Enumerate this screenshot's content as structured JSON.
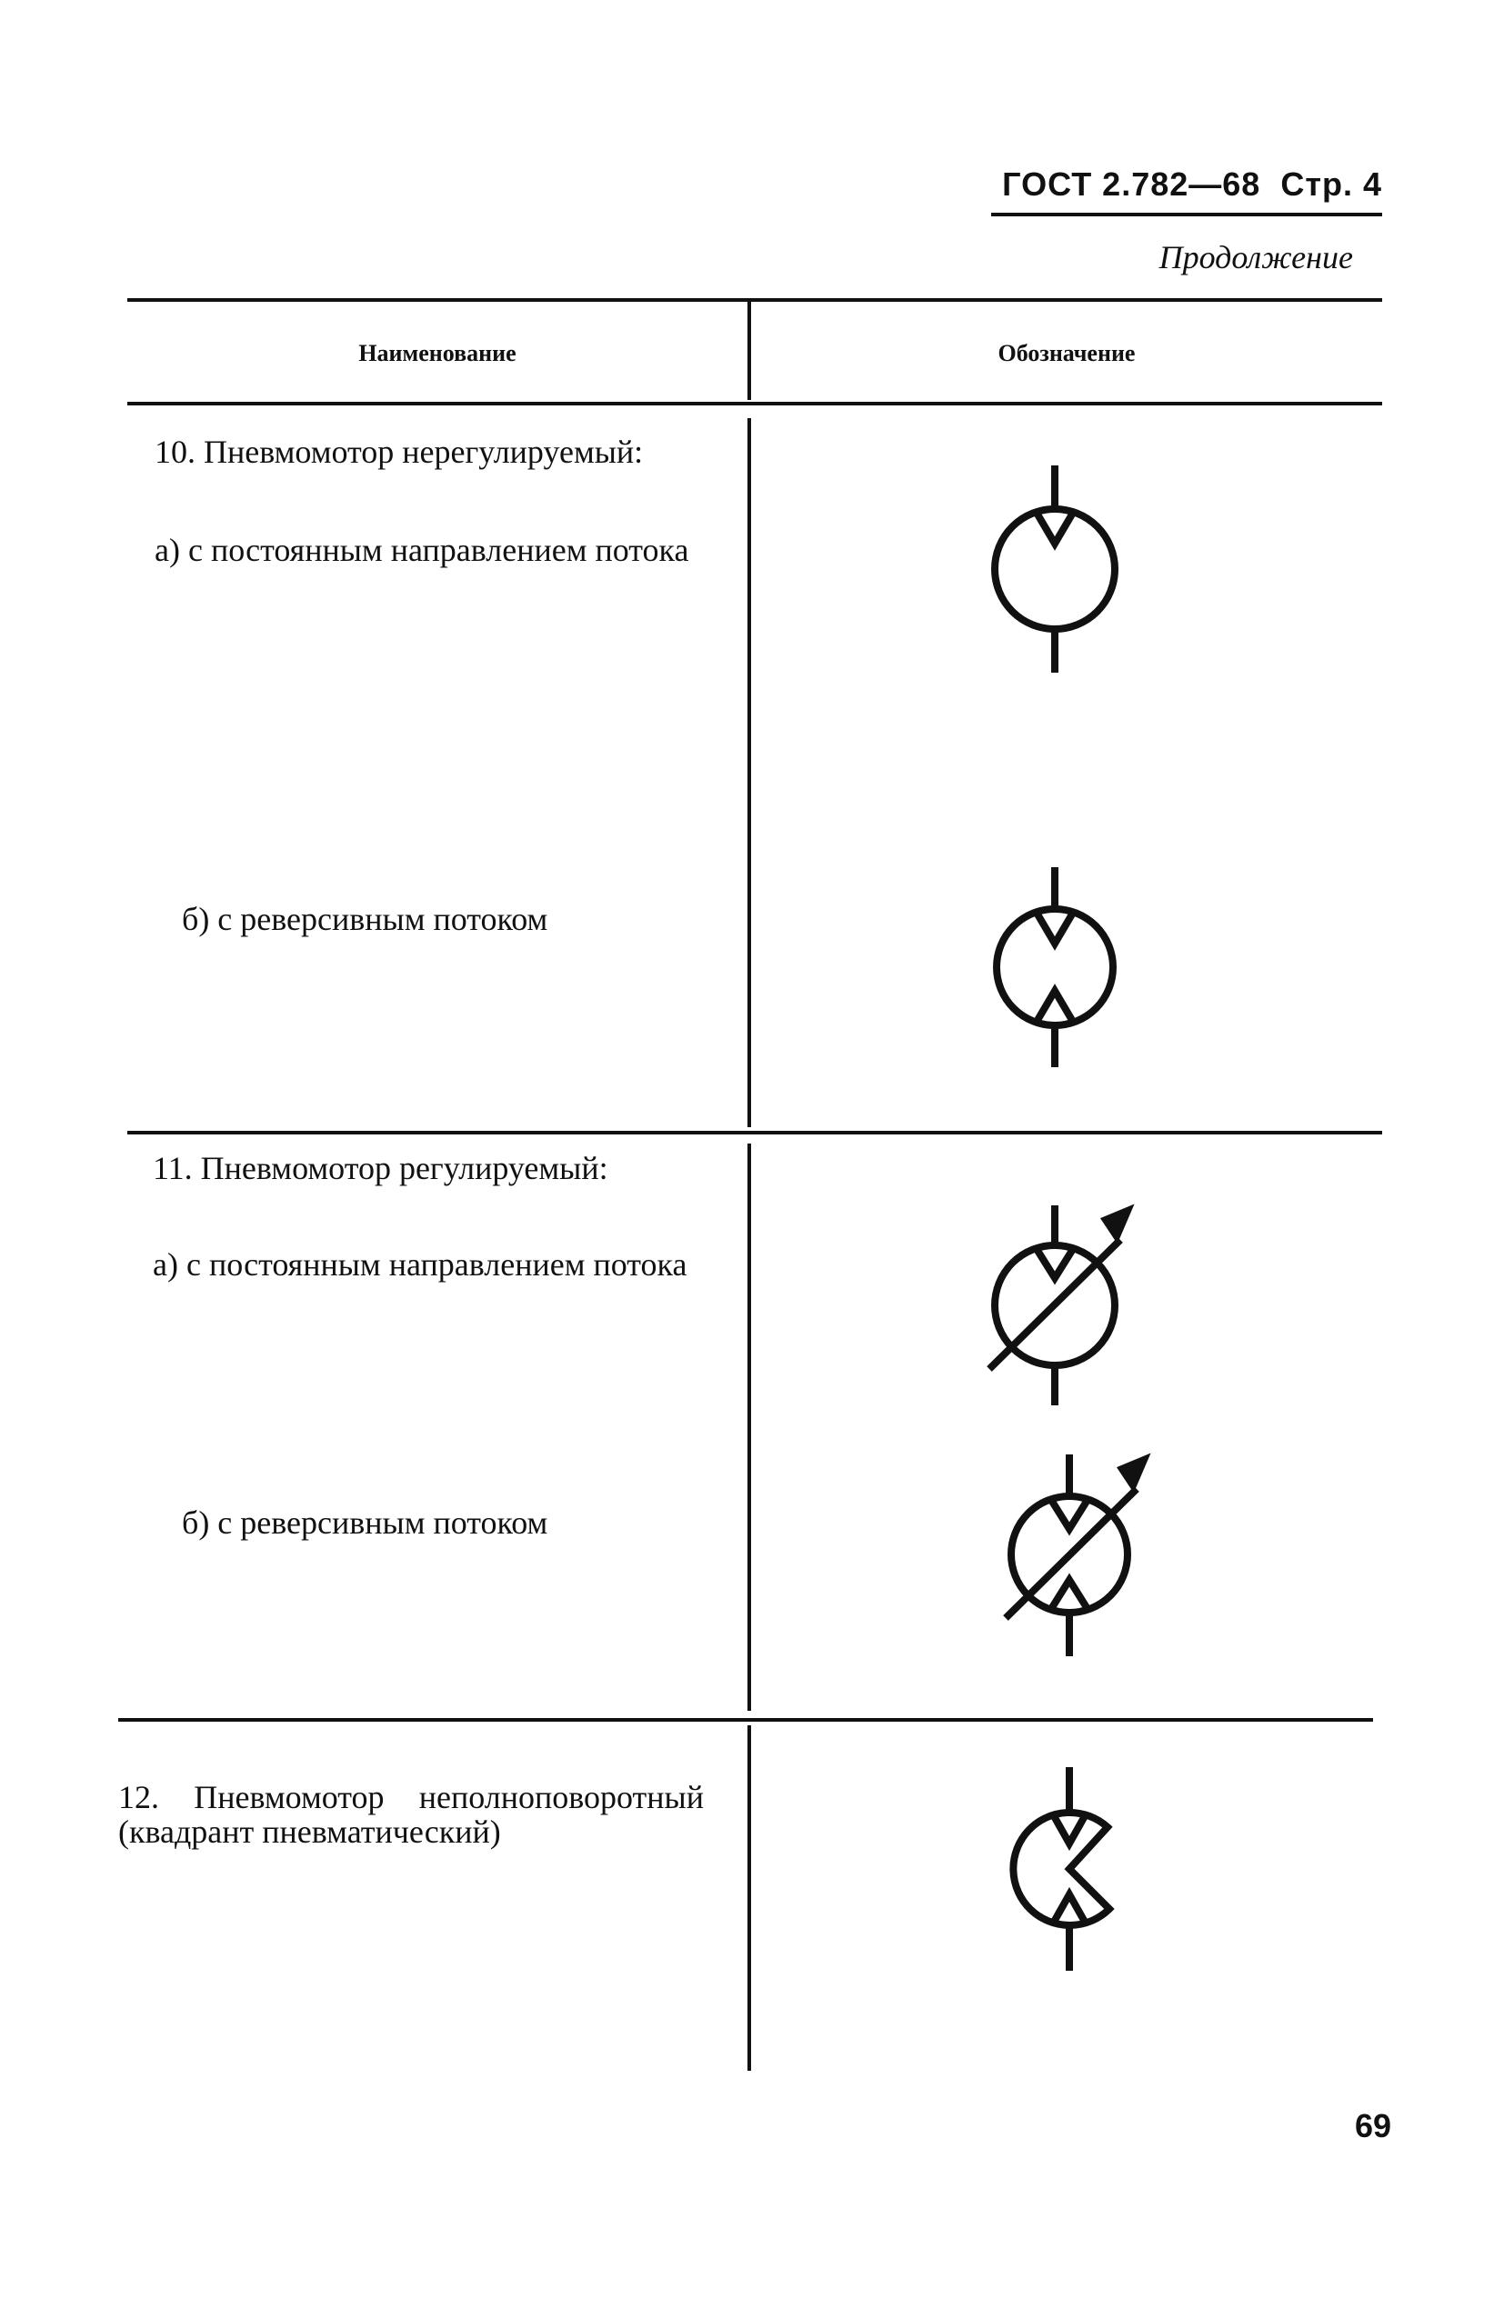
{
  "header": {
    "standard": "ГОСТ 2.782—68",
    "page_ref": "Стр. 4",
    "continuation": "Продолжение"
  },
  "columns": {
    "name": "Наименование",
    "designation": "Обозначение"
  },
  "items": [
    {
      "title": "10. Пневмомотор нерегулируемый:",
      "sub": [
        {
          "label": "а) с постоянным направлением потока",
          "symbol": "motor-fixed-unidirectional-icon"
        },
        {
          "label": "б) с реверсивным потоком",
          "symbol": "motor-fixed-reversible-icon"
        }
      ]
    },
    {
      "title": "11. Пневмомотор регулируемый:",
      "sub": [
        {
          "label": "а) с постоянным направлением потока",
          "symbol": "motor-variable-unidirectional-icon"
        },
        {
          "label": "б) с реверсивным потоком",
          "symbol": "motor-variable-reversible-icon"
        }
      ]
    },
    {
      "title": "12. Пневмомотор неполноповоротный (квадрант пневматический)",
      "symbol": "pneumatic-quadrant-icon"
    }
  ],
  "page_number": "69"
}
